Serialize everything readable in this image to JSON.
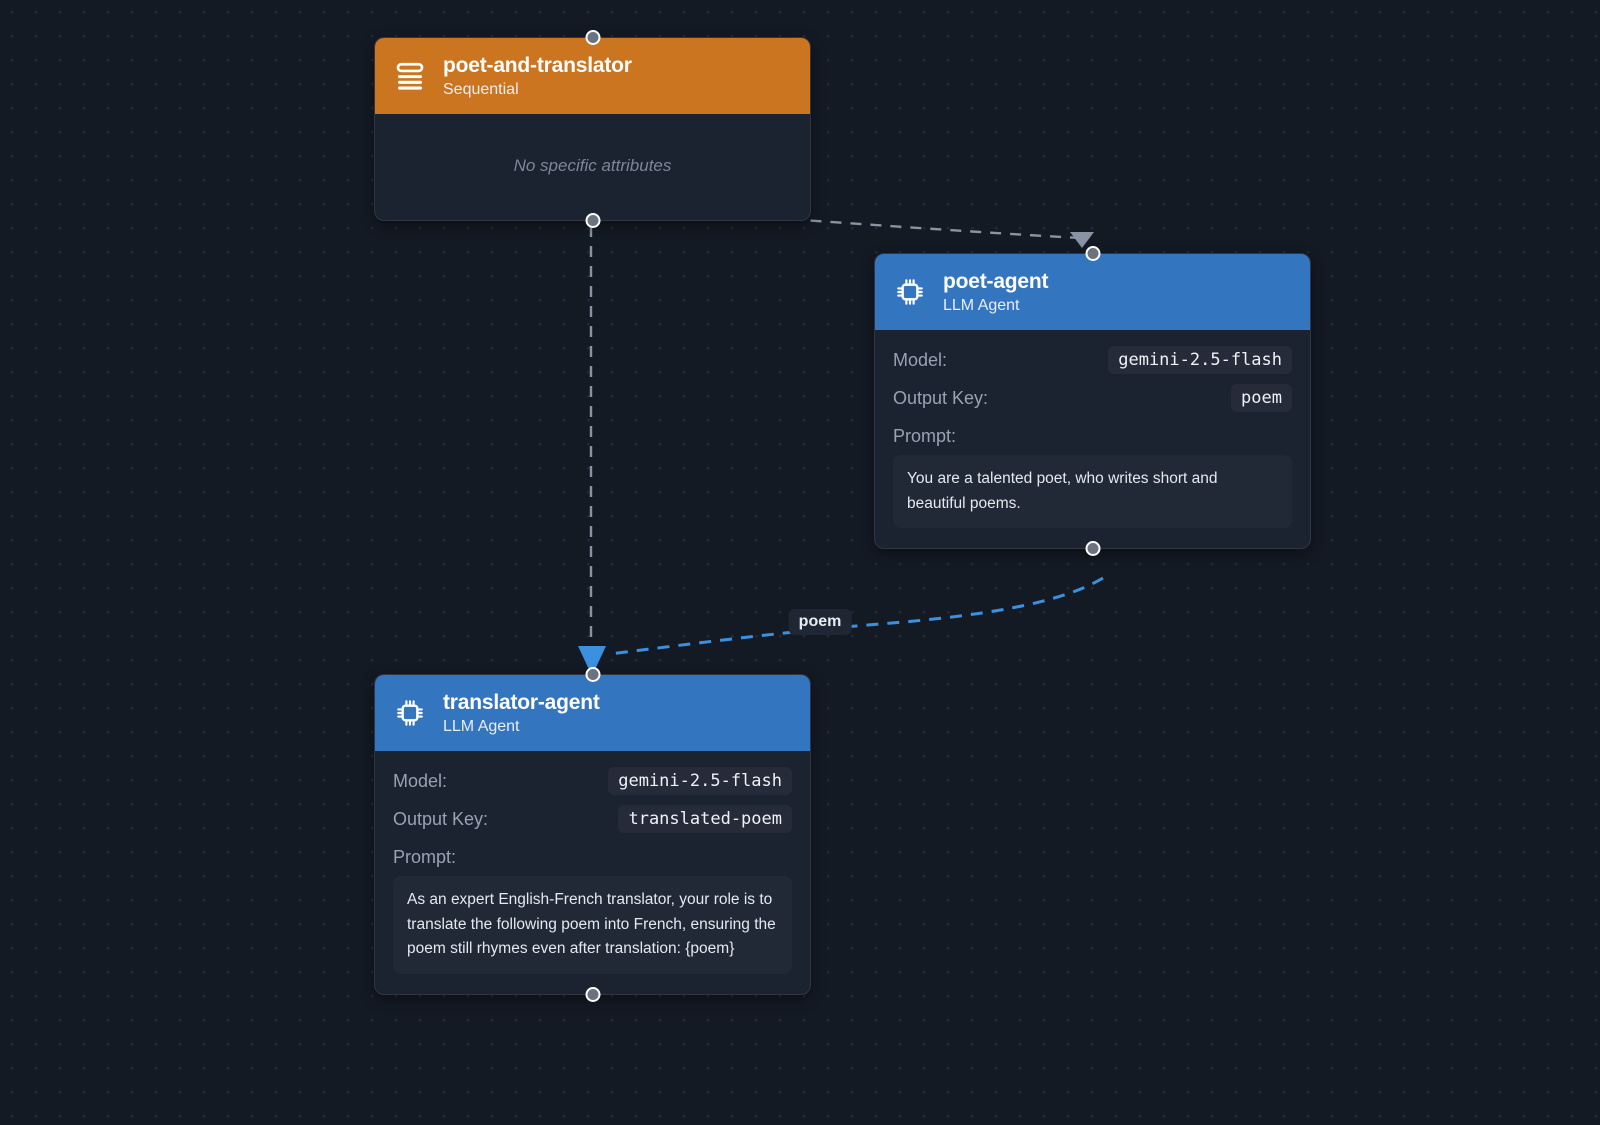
{
  "canvas": {
    "background_color": "#141a24",
    "grid_dot_color": "#222a37"
  },
  "nodes": [
    {
      "id": "poet-and-translator",
      "title": "poet-and-translator",
      "subtitle": "Sequential",
      "icon": "sequence-list-icon",
      "header_color": "#cb7520",
      "empty_text": "No specific attributes"
    },
    {
      "id": "poet-agent",
      "title": "poet-agent",
      "subtitle": "LLM Agent",
      "icon": "cpu-chip-icon",
      "header_color": "#3475bf",
      "attributes": [
        {
          "label": "Model:",
          "value": "gemini-2.5-flash"
        },
        {
          "label": "Output Key:",
          "value": "poem"
        }
      ],
      "prompt_label": "Prompt:",
      "prompt_text": "You are a talented poet, who writes short and beautiful poems."
    },
    {
      "id": "translator-agent",
      "title": "translator-agent",
      "subtitle": "LLM Agent",
      "icon": "cpu-chip-icon",
      "header_color": "#3475bf",
      "attributes": [
        {
          "label": "Model:",
          "value": "gemini-2.5-flash"
        },
        {
          "label": "Output Key:",
          "value": "translated-poem"
        }
      ],
      "prompt_label": "Prompt:",
      "prompt_text": "As an expert English-French translator, your role is to translate the following poem into French, ensuring the poem still rhymes even after translation: {poem}"
    }
  ],
  "edges": [
    {
      "id": "seq-to-poet",
      "from": "poet-and-translator",
      "to": "poet-agent",
      "color": "#8a93a3",
      "style": "dashed",
      "label": ""
    },
    {
      "id": "seq-to-translator",
      "from": "poet-and-translator",
      "to": "translator-agent",
      "color": "#8a93a3",
      "style": "dashed",
      "label": ""
    },
    {
      "id": "poet-to-translator",
      "from": "poet-agent",
      "to": "translator-agent",
      "color": "#3b91e0",
      "style": "dashed",
      "label": "poem"
    }
  ]
}
